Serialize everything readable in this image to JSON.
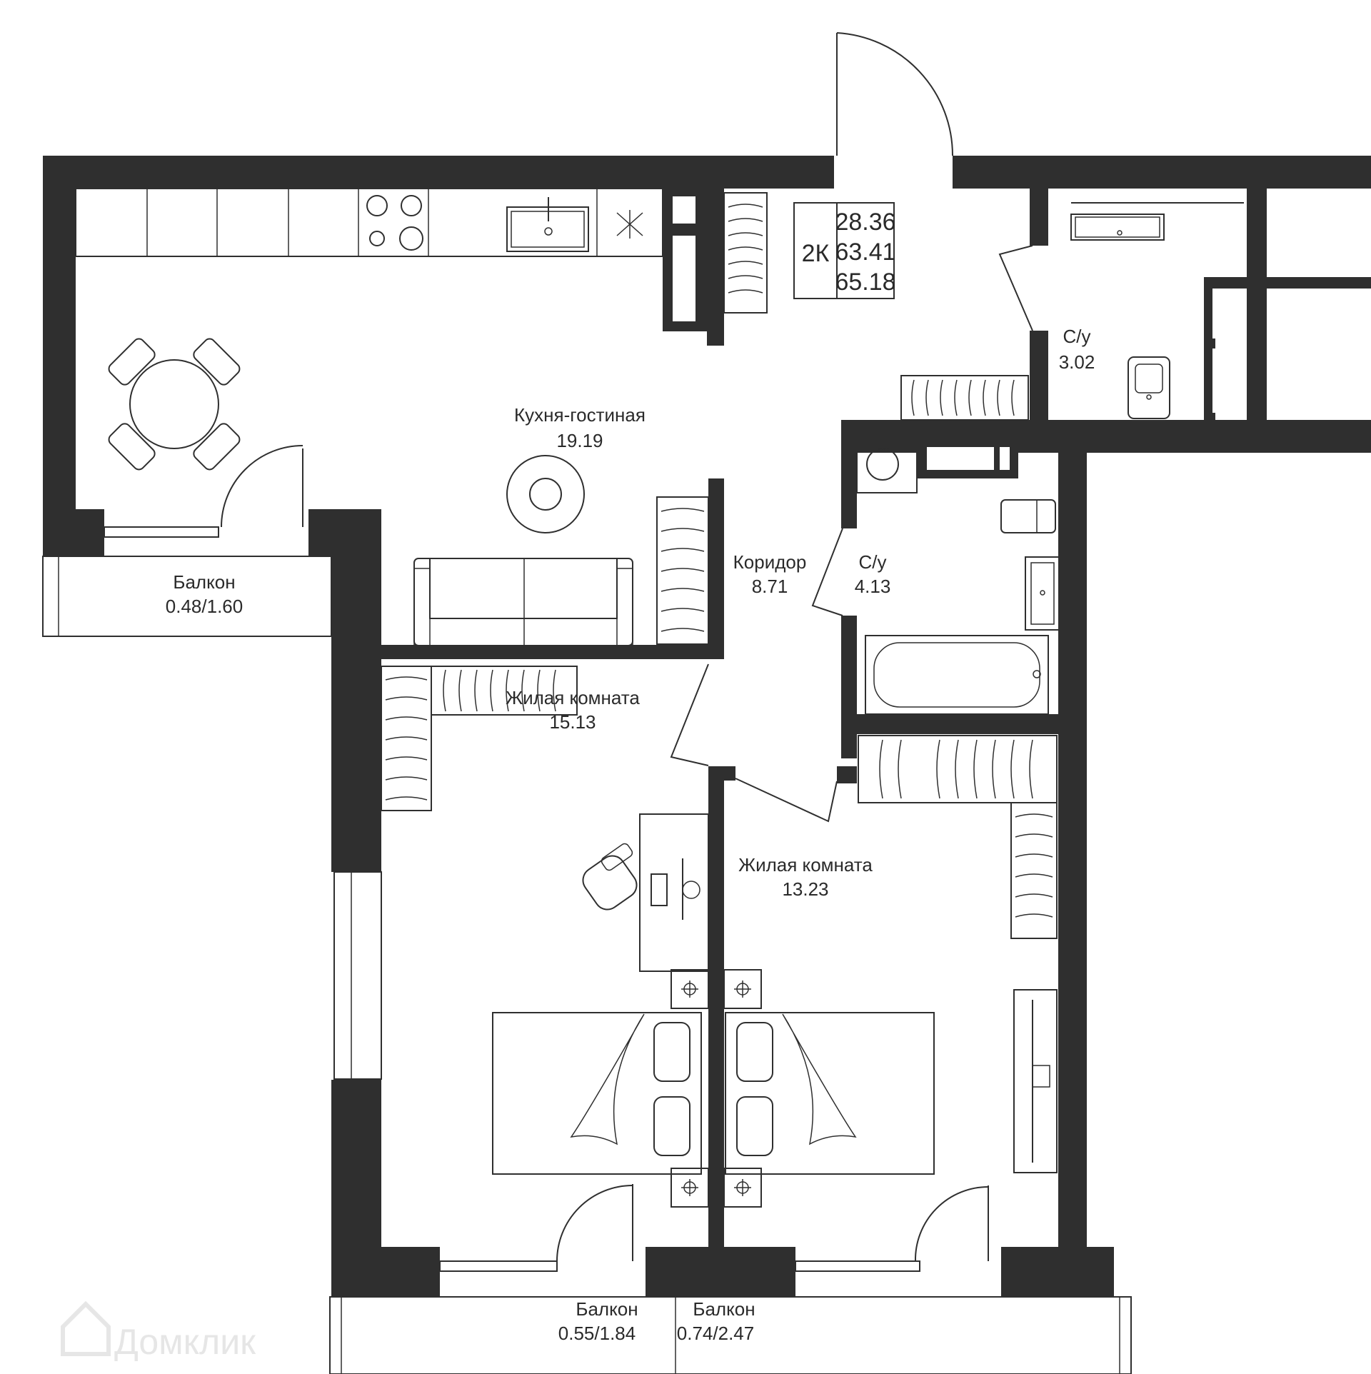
{
  "summary": {
    "type": "2К",
    "living_area": "28.36",
    "total_area": "63.41",
    "total_with_balconies": "65.18"
  },
  "rooms": {
    "kitchen": {
      "name": "Кухня-гостиная",
      "area": "19.19"
    },
    "corridor": {
      "name": "Коридор",
      "area": "8.71"
    },
    "bath_small": {
      "name": "С/у",
      "area": "3.02"
    },
    "bath_large": {
      "name": "С/у",
      "area": "4.13"
    },
    "room1": {
      "name": "Жилая комната",
      "area": "15.13"
    },
    "room2": {
      "name": "Жилая комната",
      "area": "13.23"
    },
    "balcony_left": {
      "name": "Балкон",
      "area": "0.48/1.60"
    },
    "balcony_mid": {
      "name": "Балкон",
      "area": "0.55/1.84"
    },
    "balcony_right": {
      "name": "Балкон",
      "area": "0.74/2.47"
    }
  },
  "watermark": {
    "text": "Домклик"
  },
  "colors": {
    "wall": "#2f2f2f",
    "line": "#2f2f2f",
    "background": "#ffffff"
  }
}
